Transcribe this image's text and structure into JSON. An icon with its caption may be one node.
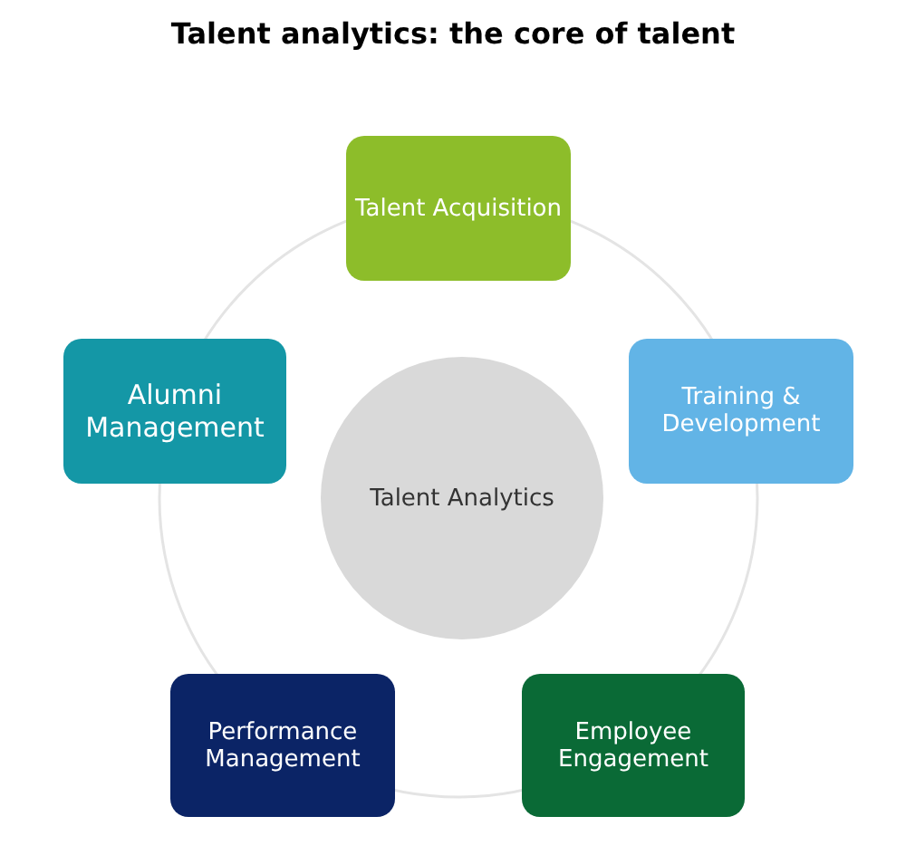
{
  "diagram": {
    "title": "Talent analytics: the core of talent",
    "nodes": [
      {
        "text": [
          "Talent Acquisition"
        ]
      },
      {
        "text": [
          "Alumni Management"
        ]
      },
      {
        "text": [
          "Training & Development"
        ]
      },
      {
        "text": [
          "Talent Analytics"
        ]
      },
      {
        "text": [
          "Performance Management"
        ]
      },
      {
        "text": [
          "Employee Engagement"
        ]
      }
    ],
    "edges": []
  }
}
